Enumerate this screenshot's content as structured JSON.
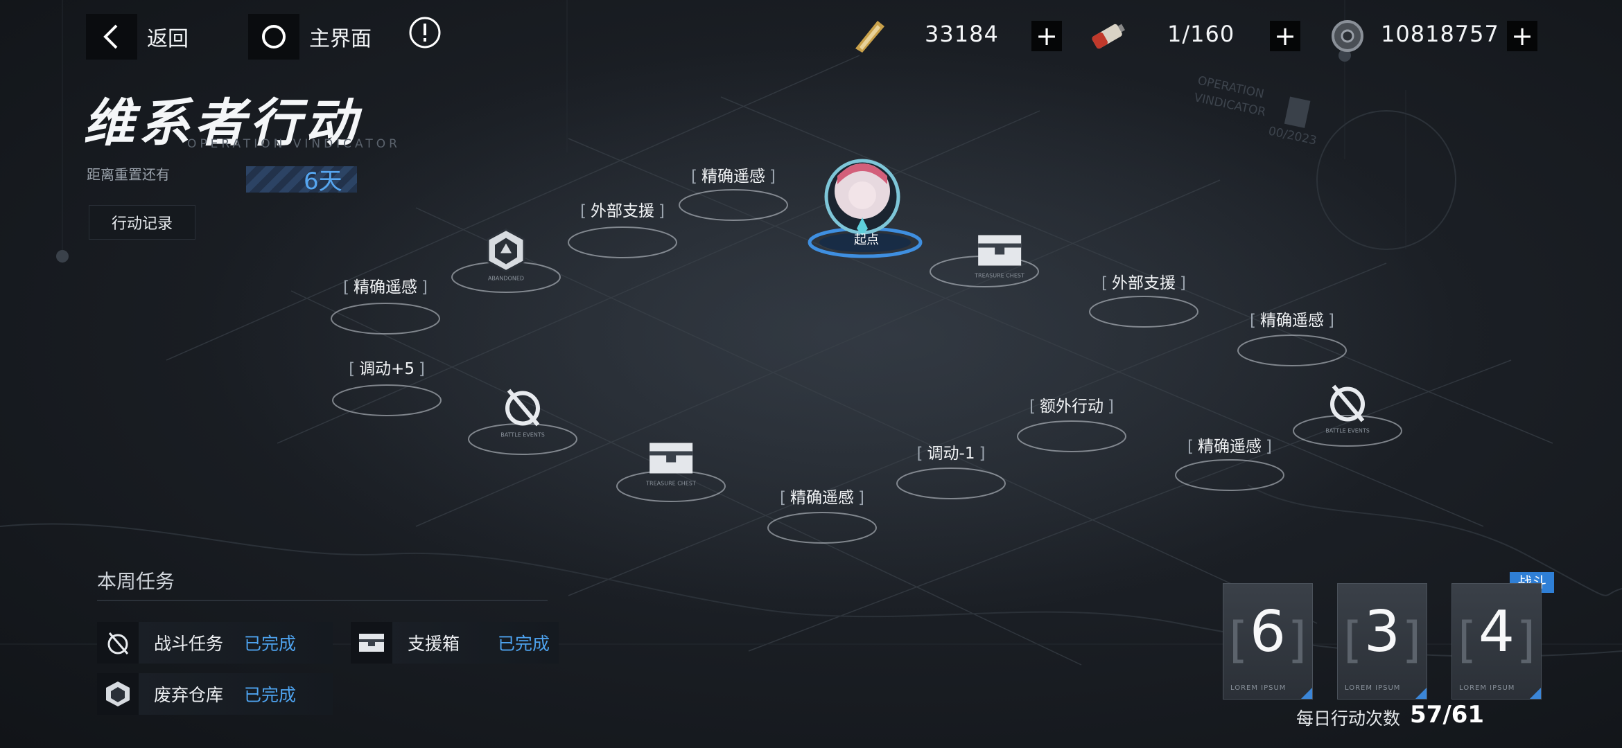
{
  "nav": {
    "back_label": "返回",
    "home_label": "主界面"
  },
  "resources": [
    {
      "icon": "ticket-icon",
      "value": "33184"
    },
    {
      "icon": "battery-icon",
      "value": "1/160"
    },
    {
      "icon": "tire-icon",
      "value": "10818757"
    }
  ],
  "event": {
    "title": "维系者行动",
    "subtitle": "OPERATION VINDICATOR",
    "reset_label": "距离重置还有",
    "reset_value": "6天",
    "log_button": "行动记录",
    "watermark_line1": "OPERATION",
    "watermark_line2": "VINDICATOR",
    "watermark_code": "00/2023"
  },
  "map": {
    "start_label": "起点",
    "nodes": [
      {
        "label": "精确遥感"
      },
      {
        "label": "外部支援"
      },
      {
        "label": "精确遥感"
      },
      {
        "label": "调动+5"
      },
      {
        "label": "外部支援"
      },
      {
        "label": "精确遥感"
      },
      {
        "label": "额外行动"
      },
      {
        "label": "调动-1"
      },
      {
        "label": "精确遥感"
      },
      {
        "label": "精确遥感"
      }
    ],
    "icon_captions": {
      "warehouse": "ABANDONED",
      "battle": "BATTLE EVENTS",
      "chest": "TREASURE CHEST"
    }
  },
  "weekly": {
    "title": "本周任务",
    "tasks": [
      {
        "icon": "battle-icon",
        "name": "战斗任务",
        "status": "已完成"
      },
      {
        "icon": "chest-icon",
        "name": "支援箱",
        "status": "已完成"
      },
      {
        "icon": "warehouse-icon",
        "name": "废弃仓库",
        "status": "已完成"
      }
    ]
  },
  "counters": {
    "badge": "战斗",
    "digits": [
      "6",
      "3",
      "4"
    ],
    "card_caption": "LOREM IPSUM",
    "daily_label": "每日行动次数",
    "daily_value": "57/61"
  },
  "colors": {
    "accent": "#4ea3ef",
    "badge": "#2f7fd6",
    "background": "#1b1f25"
  }
}
